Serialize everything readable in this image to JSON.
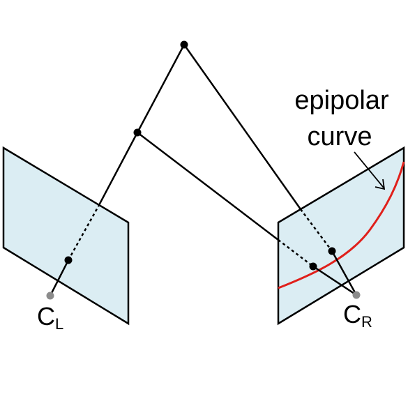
{
  "labels": {
    "camera_left": "C",
    "camera_left_sub": "L",
    "camera_right": "C",
    "camera_right_sub": "R",
    "annotation_line1": "epipolar",
    "annotation_line2": "curve"
  },
  "colors": {
    "plane_fill": "#dbedf3",
    "stroke": "#000000",
    "epipolar_curve": "#e0201b",
    "camera_center": "#8c8c8c"
  },
  "icons": {
    "annotation_pointer": "arrow-icon"
  }
}
